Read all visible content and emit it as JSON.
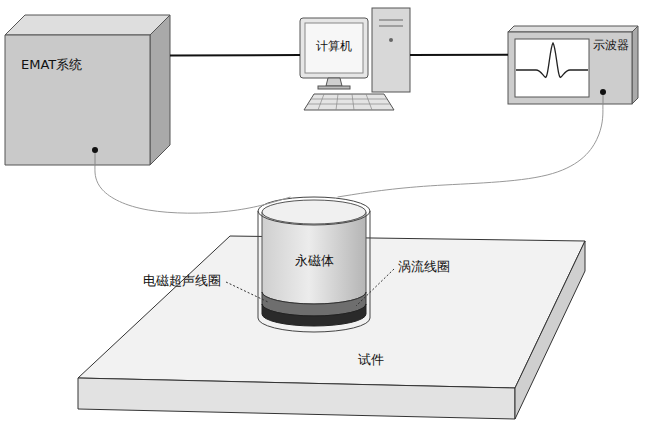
{
  "diagram": {
    "nodes": [
      {
        "text": [
          "EMAT系统"
        ]
      },
      {
        "text": [
          "计算机"
        ]
      },
      {
        "text": [
          "示波器"
        ]
      },
      {
        "text": [
          "永磁体"
        ]
      },
      {
        "text": [
          "试件"
        ]
      }
    ],
    "edges": [
      {
        "from": 0,
        "to": 1,
        "arrow": "none"
      },
      {
        "from": 1,
        "to": 2,
        "arrow": "none"
      },
      {
        "from": 0,
        "to": 3,
        "arrow": "none"
      },
      {
        "from": 2,
        "to": 3,
        "arrow": "none"
      }
    ],
    "labels": [
      "电磁超声线圈",
      "涡流线圈"
    ]
  }
}
